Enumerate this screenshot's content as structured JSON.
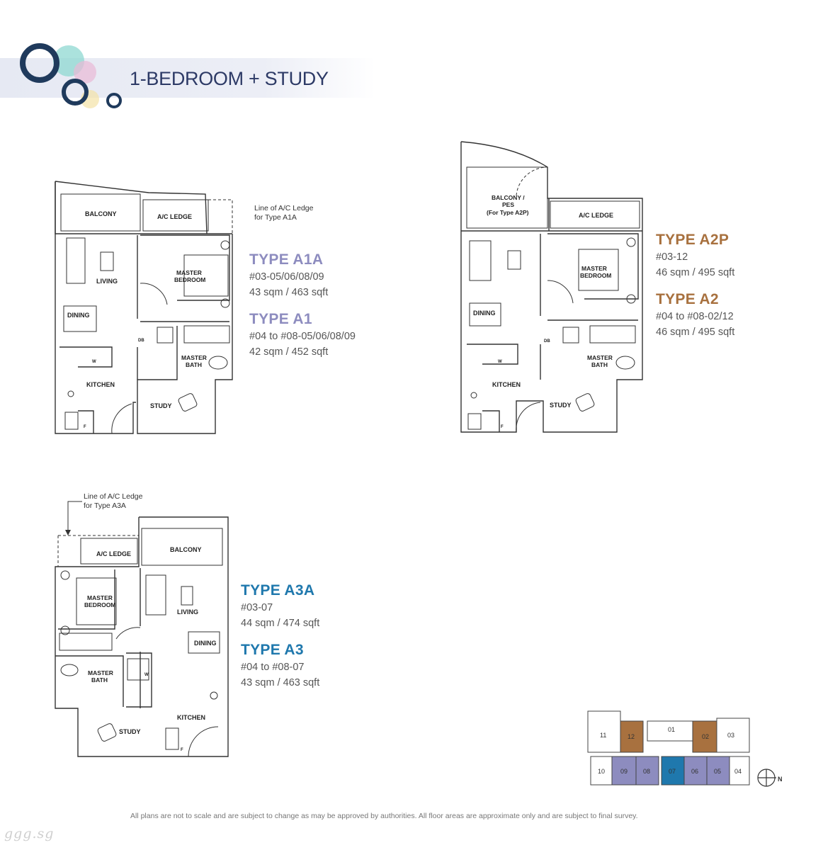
{
  "header": {
    "title": "1-BEDROOM + STUDY"
  },
  "colors": {
    "a1": "#8d8cbf",
    "a2": "#a8713f",
    "a3": "#1f78ad",
    "accent_circle": "#1f3a5c"
  },
  "plan_a1": {
    "rooms": {
      "balcony": "BALCONY",
      "ac_ledge": "A/C LEDGE",
      "living": "LIVING",
      "master_bedroom_1": "MASTER",
      "master_bedroom_2": "BEDROOM",
      "dining": "DINING",
      "kitchen": "KITCHEN",
      "study": "STUDY",
      "master_bath_1": "MASTER",
      "master_bath_2": "BATH",
      "db": "DB",
      "w": "W",
      "f": "F"
    },
    "ledge_note": [
      "Line of A/C Ledge",
      "for Type A1A"
    ]
  },
  "type_a1a": {
    "title": "TYPE A1A",
    "units": "#03-05/06/08/09",
    "area": "43 sqm / 463 sqft"
  },
  "type_a1": {
    "title": "TYPE A1",
    "units": "#04 to #08-05/06/08/09",
    "area": "42 sqm / 452 sqft"
  },
  "plan_a2": {
    "rooms": {
      "balcony_1": "BALCONY /",
      "balcony_2": "PES",
      "balcony_3": "(For Type A2P)",
      "ac_ledge": "A/C LEDGE",
      "master_bedroom_1": "MASTER",
      "master_bedroom_2": "BEDROOM",
      "dining": "DINING",
      "kitchen": "KITCHEN",
      "study": "STUDY",
      "master_bath_1": "MASTER",
      "master_bath_2": "BATH",
      "db": "DB",
      "w": "W",
      "f": "F"
    }
  },
  "type_a2p": {
    "title": "TYPE A2P",
    "units": "#03-12",
    "area": "46 sqm / 495 sqft"
  },
  "type_a2": {
    "title": "TYPE A2",
    "units": "#04 to #08-02/12",
    "area": "46 sqm / 495 sqft"
  },
  "plan_a3": {
    "rooms": {
      "ac_ledge": "A/C LEDGE",
      "balcony": "BALCONY",
      "living": "LIVING",
      "master_bedroom_1": "MASTER",
      "master_bedroom_2": "BEDROOM",
      "dining": "DINING",
      "kitchen": "KITCHEN",
      "study": "STUDY",
      "master_bath_1": "MASTER",
      "master_bath_2": "BATH",
      "w": "W",
      "f": "F"
    },
    "ledge_note": [
      "Line of A/C Ledge",
      "for Type A3A"
    ]
  },
  "type_a3a": {
    "title": "TYPE A3A",
    "units": "#03-07",
    "area": "44 sqm / 474 sqft"
  },
  "type_a3": {
    "title": "TYPE A3",
    "units": "#04 to #08-07",
    "area": "43 sqm / 463 sqft"
  },
  "keyplan": {
    "units": [
      "11",
      "12",
      "01",
      "02",
      "03",
      "10",
      "09",
      "08",
      "07",
      "06",
      "05",
      "04"
    ],
    "north": "N"
  },
  "footnote": "All plans are not to scale and are subject to change as may be approved by authorities. All floor areas are approximate only and are subject to final survey.",
  "watermark": "ggg.sg"
}
